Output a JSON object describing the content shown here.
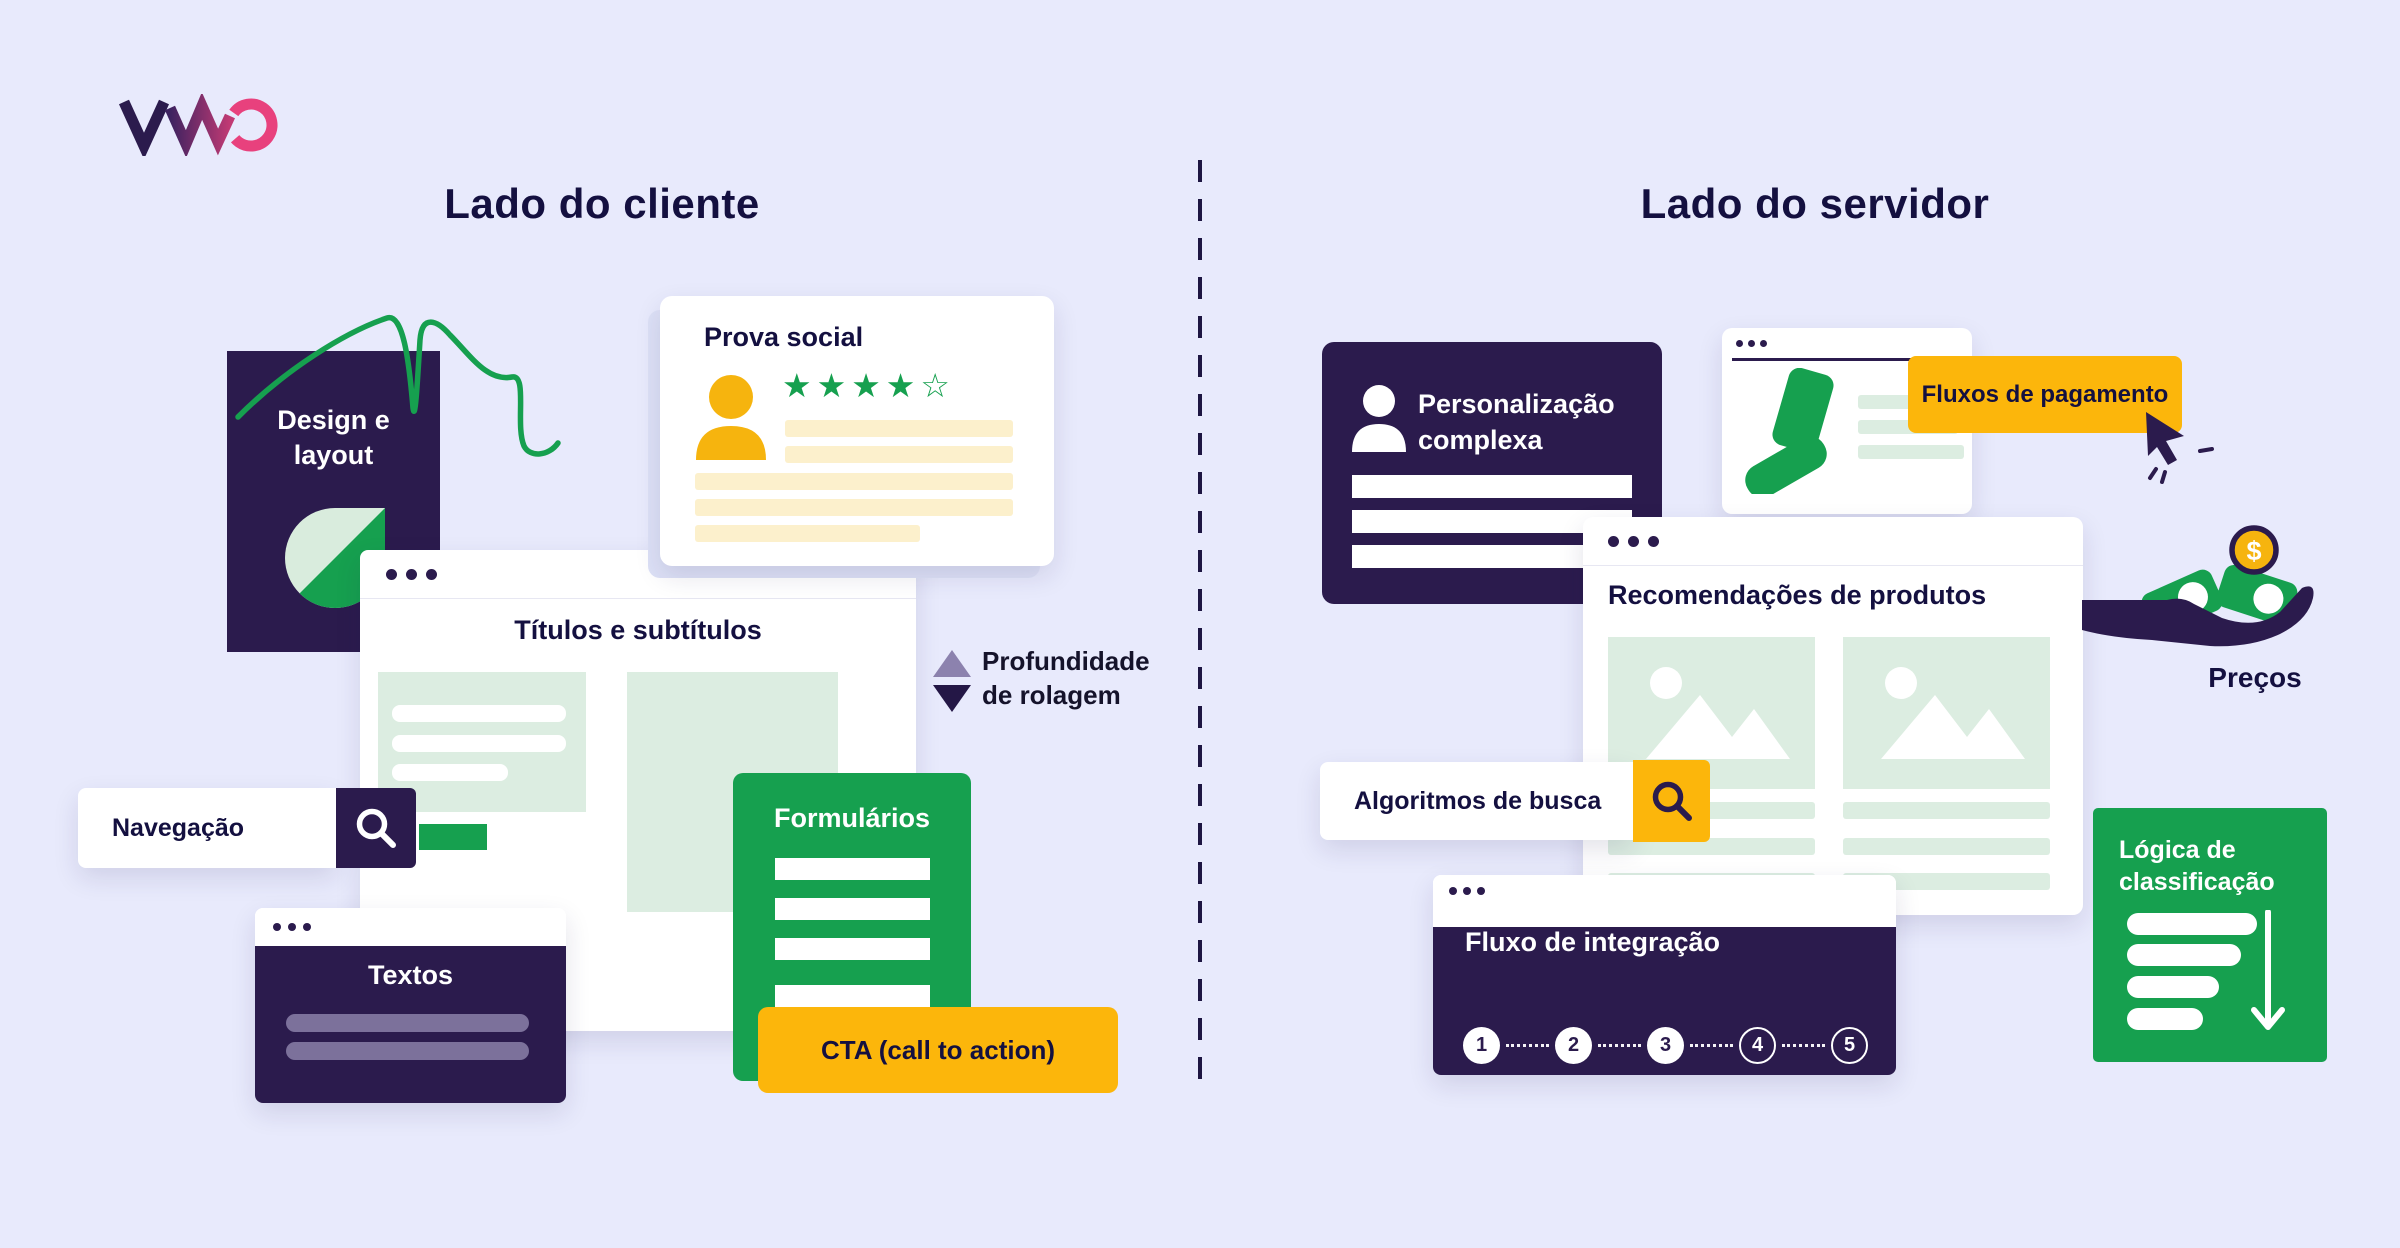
{
  "brand": {
    "name": "VWO"
  },
  "colors": {
    "background": "#e8eafc",
    "navy": "#2b1b4d",
    "title_text": "#141040",
    "green": "#16a04f",
    "mint": "#dcede1",
    "yellow": "#fcb60b",
    "pale_yellow": "#fcf0cc",
    "logo_pink": "#e8417d"
  },
  "icons": {
    "star_filled": "★",
    "star_empty": "☆",
    "dollar": "$"
  },
  "left": {
    "title": "Lado do cliente",
    "design_layout": {
      "line1": "Design e",
      "line2": "layout"
    },
    "prova_social": {
      "title": "Prova social",
      "stars_filled": 4,
      "stars_total": 5
    },
    "titulos": {
      "title": "Títulos e subtítulos"
    },
    "navegacao": {
      "label": "Navegação"
    },
    "profundidade": {
      "line1": "Profundidade",
      "line2": "de rolagem"
    },
    "textos": {
      "title": "Textos"
    },
    "formularios": {
      "title": "Formulários"
    },
    "cta": {
      "label": "CTA (call to action)"
    }
  },
  "right": {
    "title": "Lado do servidor",
    "personalizacao": {
      "line1": "Personalização",
      "line2": "complexa"
    },
    "fluxos_pagamento": {
      "label": "Fluxos de pagamento"
    },
    "recomendacoes": {
      "title": "Recomendações de produtos"
    },
    "algoritmos": {
      "label": "Algoritmos de busca"
    },
    "fluxo_integracao": {
      "title": "Fluxo de integração",
      "steps": [
        "1",
        "2",
        "3",
        "4",
        "5"
      ]
    },
    "precos": {
      "label": "Preços"
    },
    "logica": {
      "line1": "Lógica de",
      "line2": "classificação"
    }
  }
}
